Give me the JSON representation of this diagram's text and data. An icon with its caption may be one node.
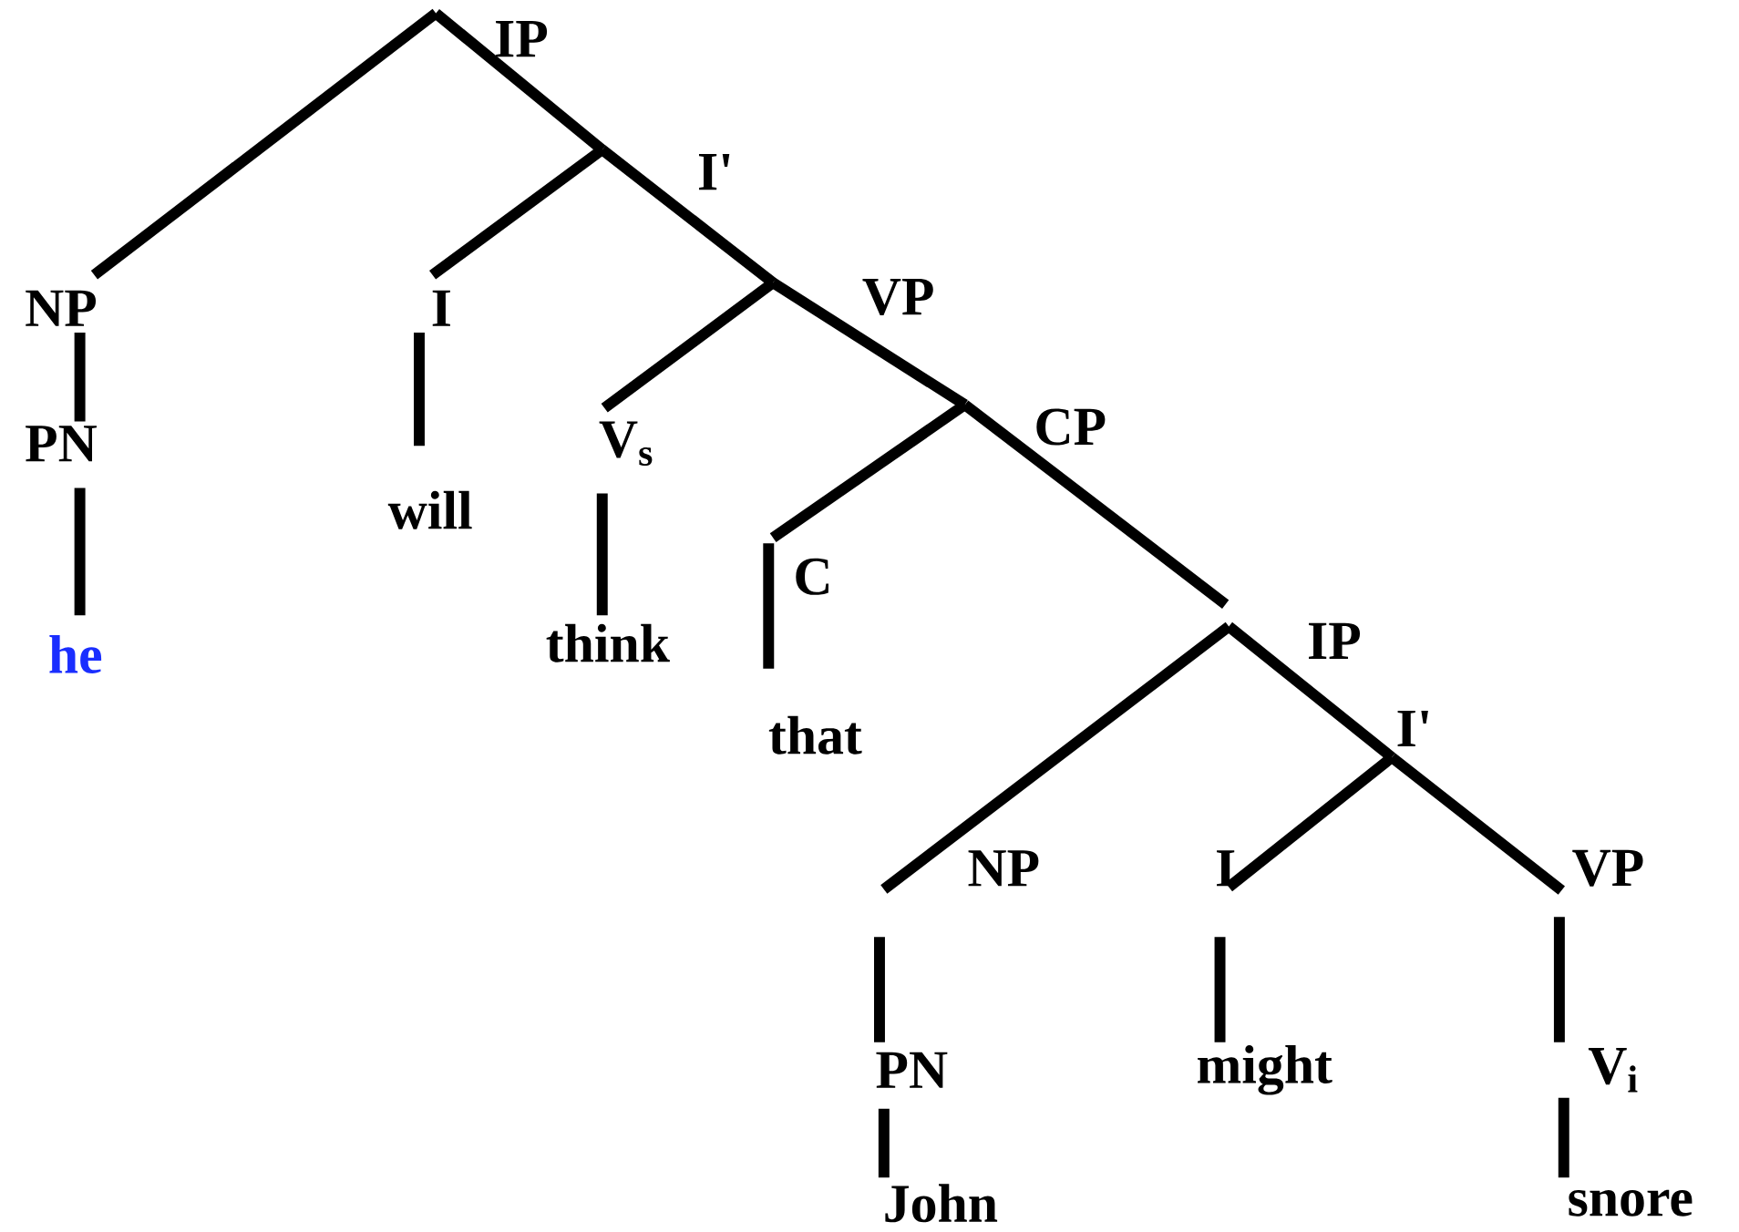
{
  "diagram": {
    "nodes": [
      {
        "text": [
          "IP"
        ]
      },
      {
        "text": [
          "I'"
        ]
      },
      {
        "text": [
          "NP"
        ]
      },
      {
        "text": [
          "I"
        ]
      },
      {
        "text": [
          "VP"
        ]
      },
      {
        "text": [
          "PN"
        ]
      },
      {
        "text": [
          "he"
        ]
      },
      {
        "text": [
          "will"
        ]
      },
      {
        "text": [
          "V$_{s}$"
        ]
      },
      {
        "text": [
          "CP"
        ]
      },
      {
        "text": [
          "think"
        ]
      },
      {
        "text": [
          "C"
        ]
      },
      {
        "text": [
          "that"
        ]
      },
      {
        "text": [
          "IP"
        ]
      },
      {
        "text": [
          "I'"
        ]
      },
      {
        "text": [
          "NP"
        ]
      },
      {
        "text": [
          "I"
        ]
      },
      {
        "text": [
          "VP"
        ]
      },
      {
        "text": [
          "PN"
        ]
      },
      {
        "text": [
          "might"
        ]
      },
      {
        "text": [
          "V$_{i}$"
        ]
      },
      {
        "text": [
          "John"
        ]
      },
      {
        "text": [
          "snore"
        ]
      }
    ],
    "edges": [
      {
        "from": 0,
        "to": 2,
        "arrow": "none"
      },
      {
        "from": 0,
        "to": 1,
        "arrow": "none"
      },
      {
        "from": 1,
        "to": 3,
        "arrow": "none"
      },
      {
        "from": 1,
        "to": 4,
        "arrow": "none"
      },
      {
        "from": 2,
        "to": 5,
        "arrow": "none"
      },
      {
        "from": 5,
        "to": 6,
        "arrow": "none"
      },
      {
        "from": 3,
        "to": 7,
        "arrow": "none"
      },
      {
        "from": 4,
        "to": 8,
        "arrow": "none"
      },
      {
        "from": 4,
        "to": 9,
        "arrow": "none"
      },
      {
        "from": 8,
        "to": 10,
        "arrow": "none"
      },
      {
        "from": 9,
        "to": 11,
        "arrow": "none"
      },
      {
        "from": 9,
        "to": 13,
        "arrow": "none"
      },
      {
        "from": 11,
        "to": 12,
        "arrow": "none"
      },
      {
        "from": 13,
        "to": 15,
        "arrow": "none"
      },
      {
        "from": 13,
        "to": 14,
        "arrow": "none"
      },
      {
        "from": 14,
        "to": 16,
        "arrow": "none"
      },
      {
        "from": 14,
        "to": 17,
        "arrow": "none"
      },
      {
        "from": 15,
        "to": 18,
        "arrow": "none"
      },
      {
        "from": 18,
        "to": 21,
        "arrow": "none"
      },
      {
        "from": 16,
        "to": 19,
        "arrow": "none"
      },
      {
        "from": 17,
        "to": 20,
        "arrow": "none"
      },
      {
        "from": 20,
        "to": 22,
        "arrow": "none"
      }
    ]
  }
}
